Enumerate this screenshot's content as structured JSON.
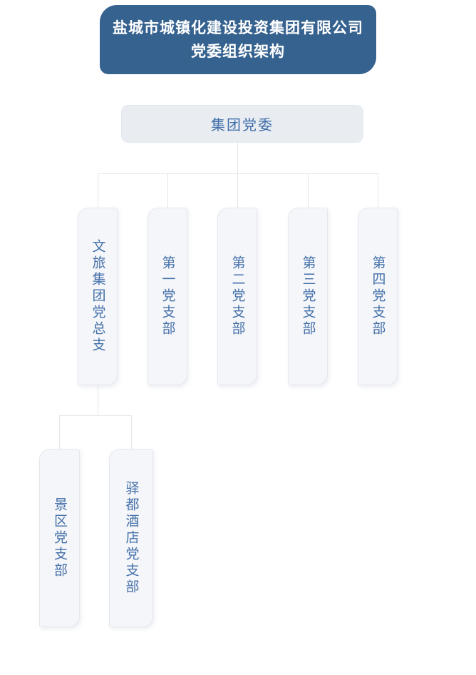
{
  "header": {
    "title_line1": "盐城市城镇化建设投资集团有限公司",
    "title_line2": "党委组织架构",
    "bg_color": "#35628f",
    "text_color": "#ffffff"
  },
  "org_chart": {
    "root": {
      "label": "集团党委"
    },
    "branches": [
      {
        "label": "文旅集团党总支",
        "children": [
          {
            "label": "景区党支部"
          },
          {
            "label": "驿都酒店党支部"
          }
        ]
      },
      {
        "label": "第一党支部"
      },
      {
        "label": "第二党支部"
      },
      {
        "label": "第三党支部"
      },
      {
        "label": "第四党支部"
      }
    ],
    "colors": {
      "node_bg": "#f5f6fa",
      "node_border": "#e4e7ed",
      "node_text": "#4470a8",
      "root_bg": "#e9edf2",
      "root_text": "#3f6da9",
      "connector": "#e5e6e9"
    }
  }
}
